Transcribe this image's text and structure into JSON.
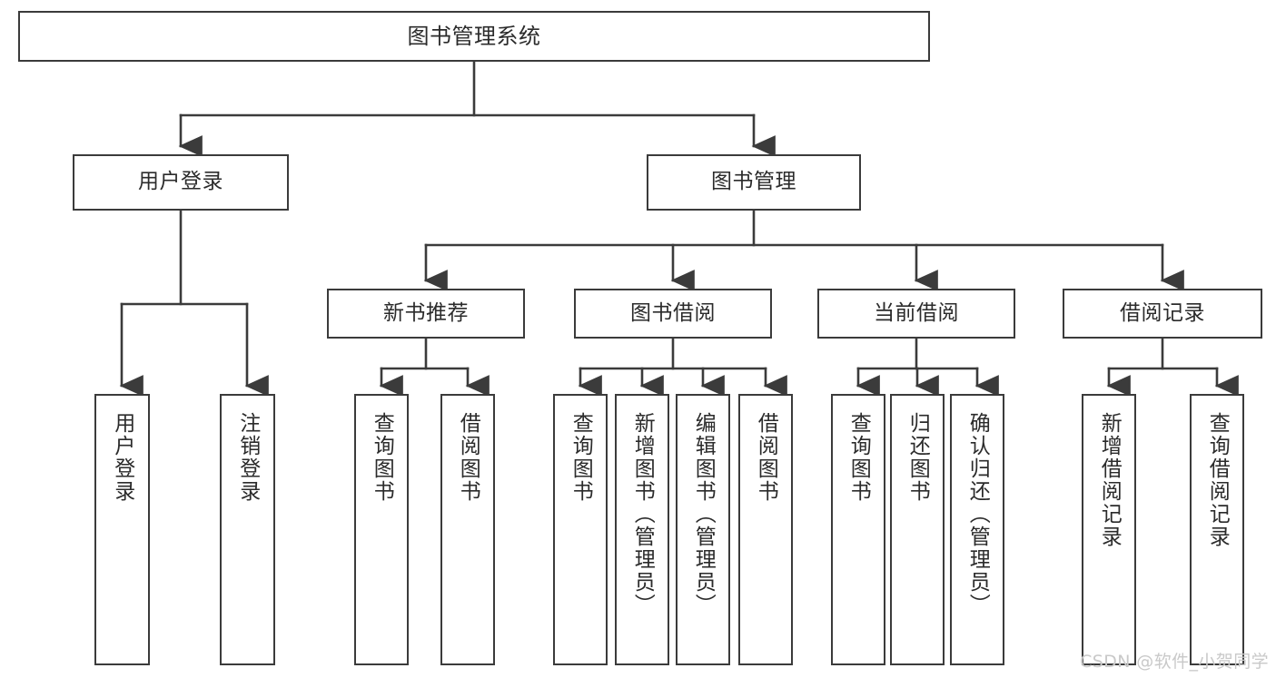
{
  "diagram": {
    "title": "图书管理系统",
    "watermark": "CSDN @软件_小贺同学",
    "colors": {
      "box_border": "#3b3b3b",
      "box_fill": "#ffffff",
      "edge": "#3b3b3b",
      "text": "#2b2b2b",
      "watermark": "#c9c9c9",
      "background": "#ffffff"
    },
    "root": {
      "label": "图书管理系统"
    },
    "level2": [
      {
        "label": "用户登录"
      },
      {
        "label": "图书管理"
      }
    ],
    "level3": [
      {
        "label": "新书推荐"
      },
      {
        "label": "图书借阅"
      },
      {
        "label": "当前借阅"
      },
      {
        "label": "借阅记录"
      }
    ],
    "leaves": {
      "user_login": [
        {
          "label": "用户登录"
        },
        {
          "label": "注销登录"
        }
      ],
      "new_book_recommend": [
        {
          "label": "查询图书"
        },
        {
          "label": "借阅图书"
        }
      ],
      "book_borrow": [
        {
          "label": "查询图书"
        },
        {
          "label": "新增图书（管理员）"
        },
        {
          "label": "编辑图书（管理员）"
        },
        {
          "label": "借阅图书"
        }
      ],
      "current_borrow": [
        {
          "label": "查询图书"
        },
        {
          "label": "归还图书"
        },
        {
          "label": "确认归还（管理员）"
        }
      ],
      "borrow_record": [
        {
          "label": "新增借阅记录"
        },
        {
          "label": "查询借阅记录"
        }
      ]
    }
  }
}
